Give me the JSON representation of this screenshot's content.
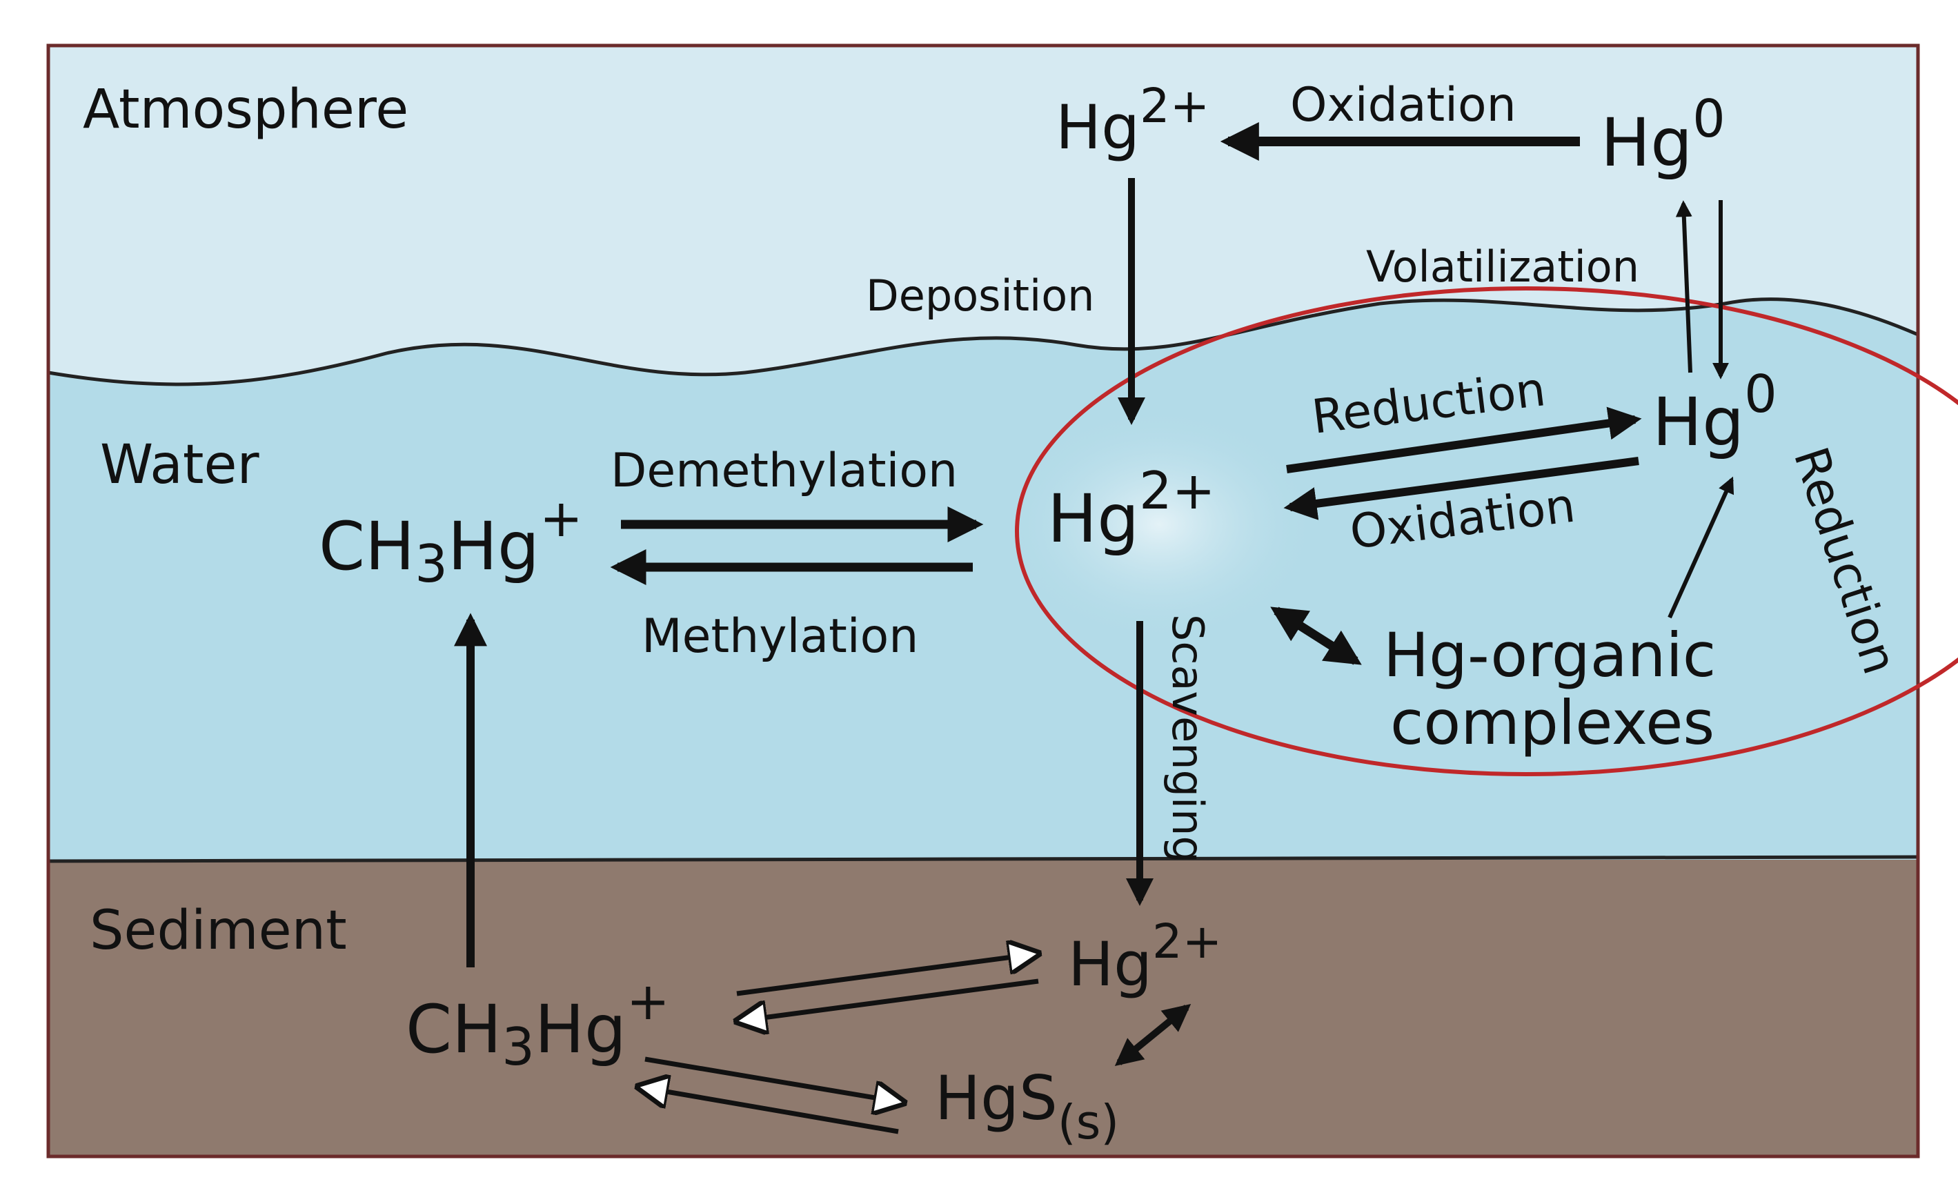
{
  "zones": {
    "atmosphere": "Atmosphere",
    "water": "Water",
    "sediment": "Sediment"
  },
  "species": {
    "atm_hg2": {
      "base": "Hg",
      "sup": "2+"
    },
    "atm_hg0": {
      "base": "Hg",
      "sup": "0"
    },
    "water_ch3hg": {
      "pre": "CH",
      "sub": "3",
      "base": "Hg",
      "sup": "+"
    },
    "water_hg2": {
      "base": "Hg",
      "sup": "2+"
    },
    "water_hg0": {
      "base": "Hg",
      "sup": "0"
    },
    "hg_organic_line1": "Hg-organic",
    "hg_organic_line2": "complexes",
    "sed_hg2": {
      "base": "Hg",
      "sup": "2+"
    },
    "sed_ch3hg": {
      "pre": "CH",
      "sub": "3",
      "base": "Hg",
      "sup": "+"
    },
    "sed_hgs": {
      "base": "HgS",
      "sub": "(s)"
    }
  },
  "processes": {
    "atm_oxidation": "Oxidation",
    "deposition": "Deposition",
    "volatilization": "Volatilization",
    "demethylation": "Demethylation",
    "methylation": "Methylation",
    "water_reduction": "Reduction",
    "water_oxidation": "Oxidation",
    "side_reduction": "Reduction",
    "scavenging": "Scavenging"
  },
  "colors": {
    "atmosphere": "#d6eaf2",
    "water": "#b3dbe8",
    "sediment": "#8f7a6e",
    "border": "#6b2b2b",
    "highlight_ellipse": "#c0282a",
    "arrow": "#111111"
  }
}
